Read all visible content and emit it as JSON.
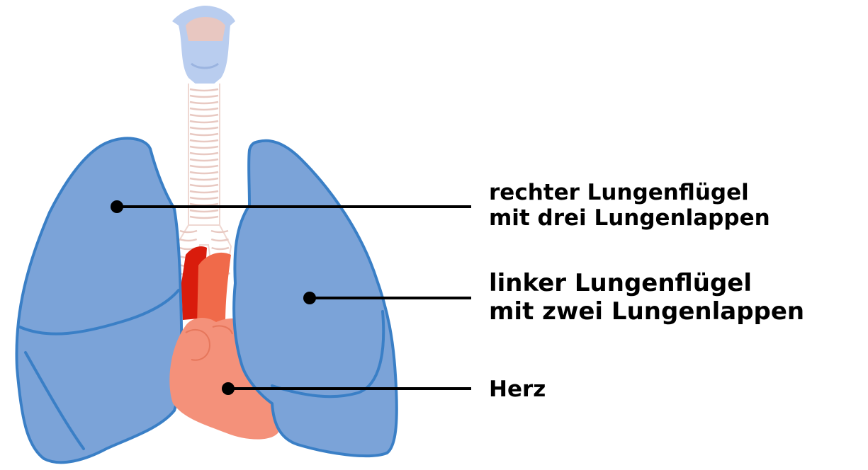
{
  "labels": {
    "right_lung": {
      "line1": "rechter Lungenflügel",
      "line2": "mit drei Lungenlappen"
    },
    "left_lung": {
      "line1": "linker Lungenflügel",
      "line2": "mit zwei Lungenlappen"
    },
    "heart": {
      "line1": "Herz"
    }
  },
  "colors": {
    "lung_fill": "#7ba3d8",
    "lung_stroke": "#3a7fc6",
    "heart_fill": "#f4917a",
    "aorta_fill": "#f06a4a",
    "artery_red": "#d91c0c",
    "trachea_ring": "#e8c9c2",
    "larynx_blue": "#b9cdef",
    "larynx_pink": "#f0c6b8",
    "leader_line": "#000000"
  }
}
